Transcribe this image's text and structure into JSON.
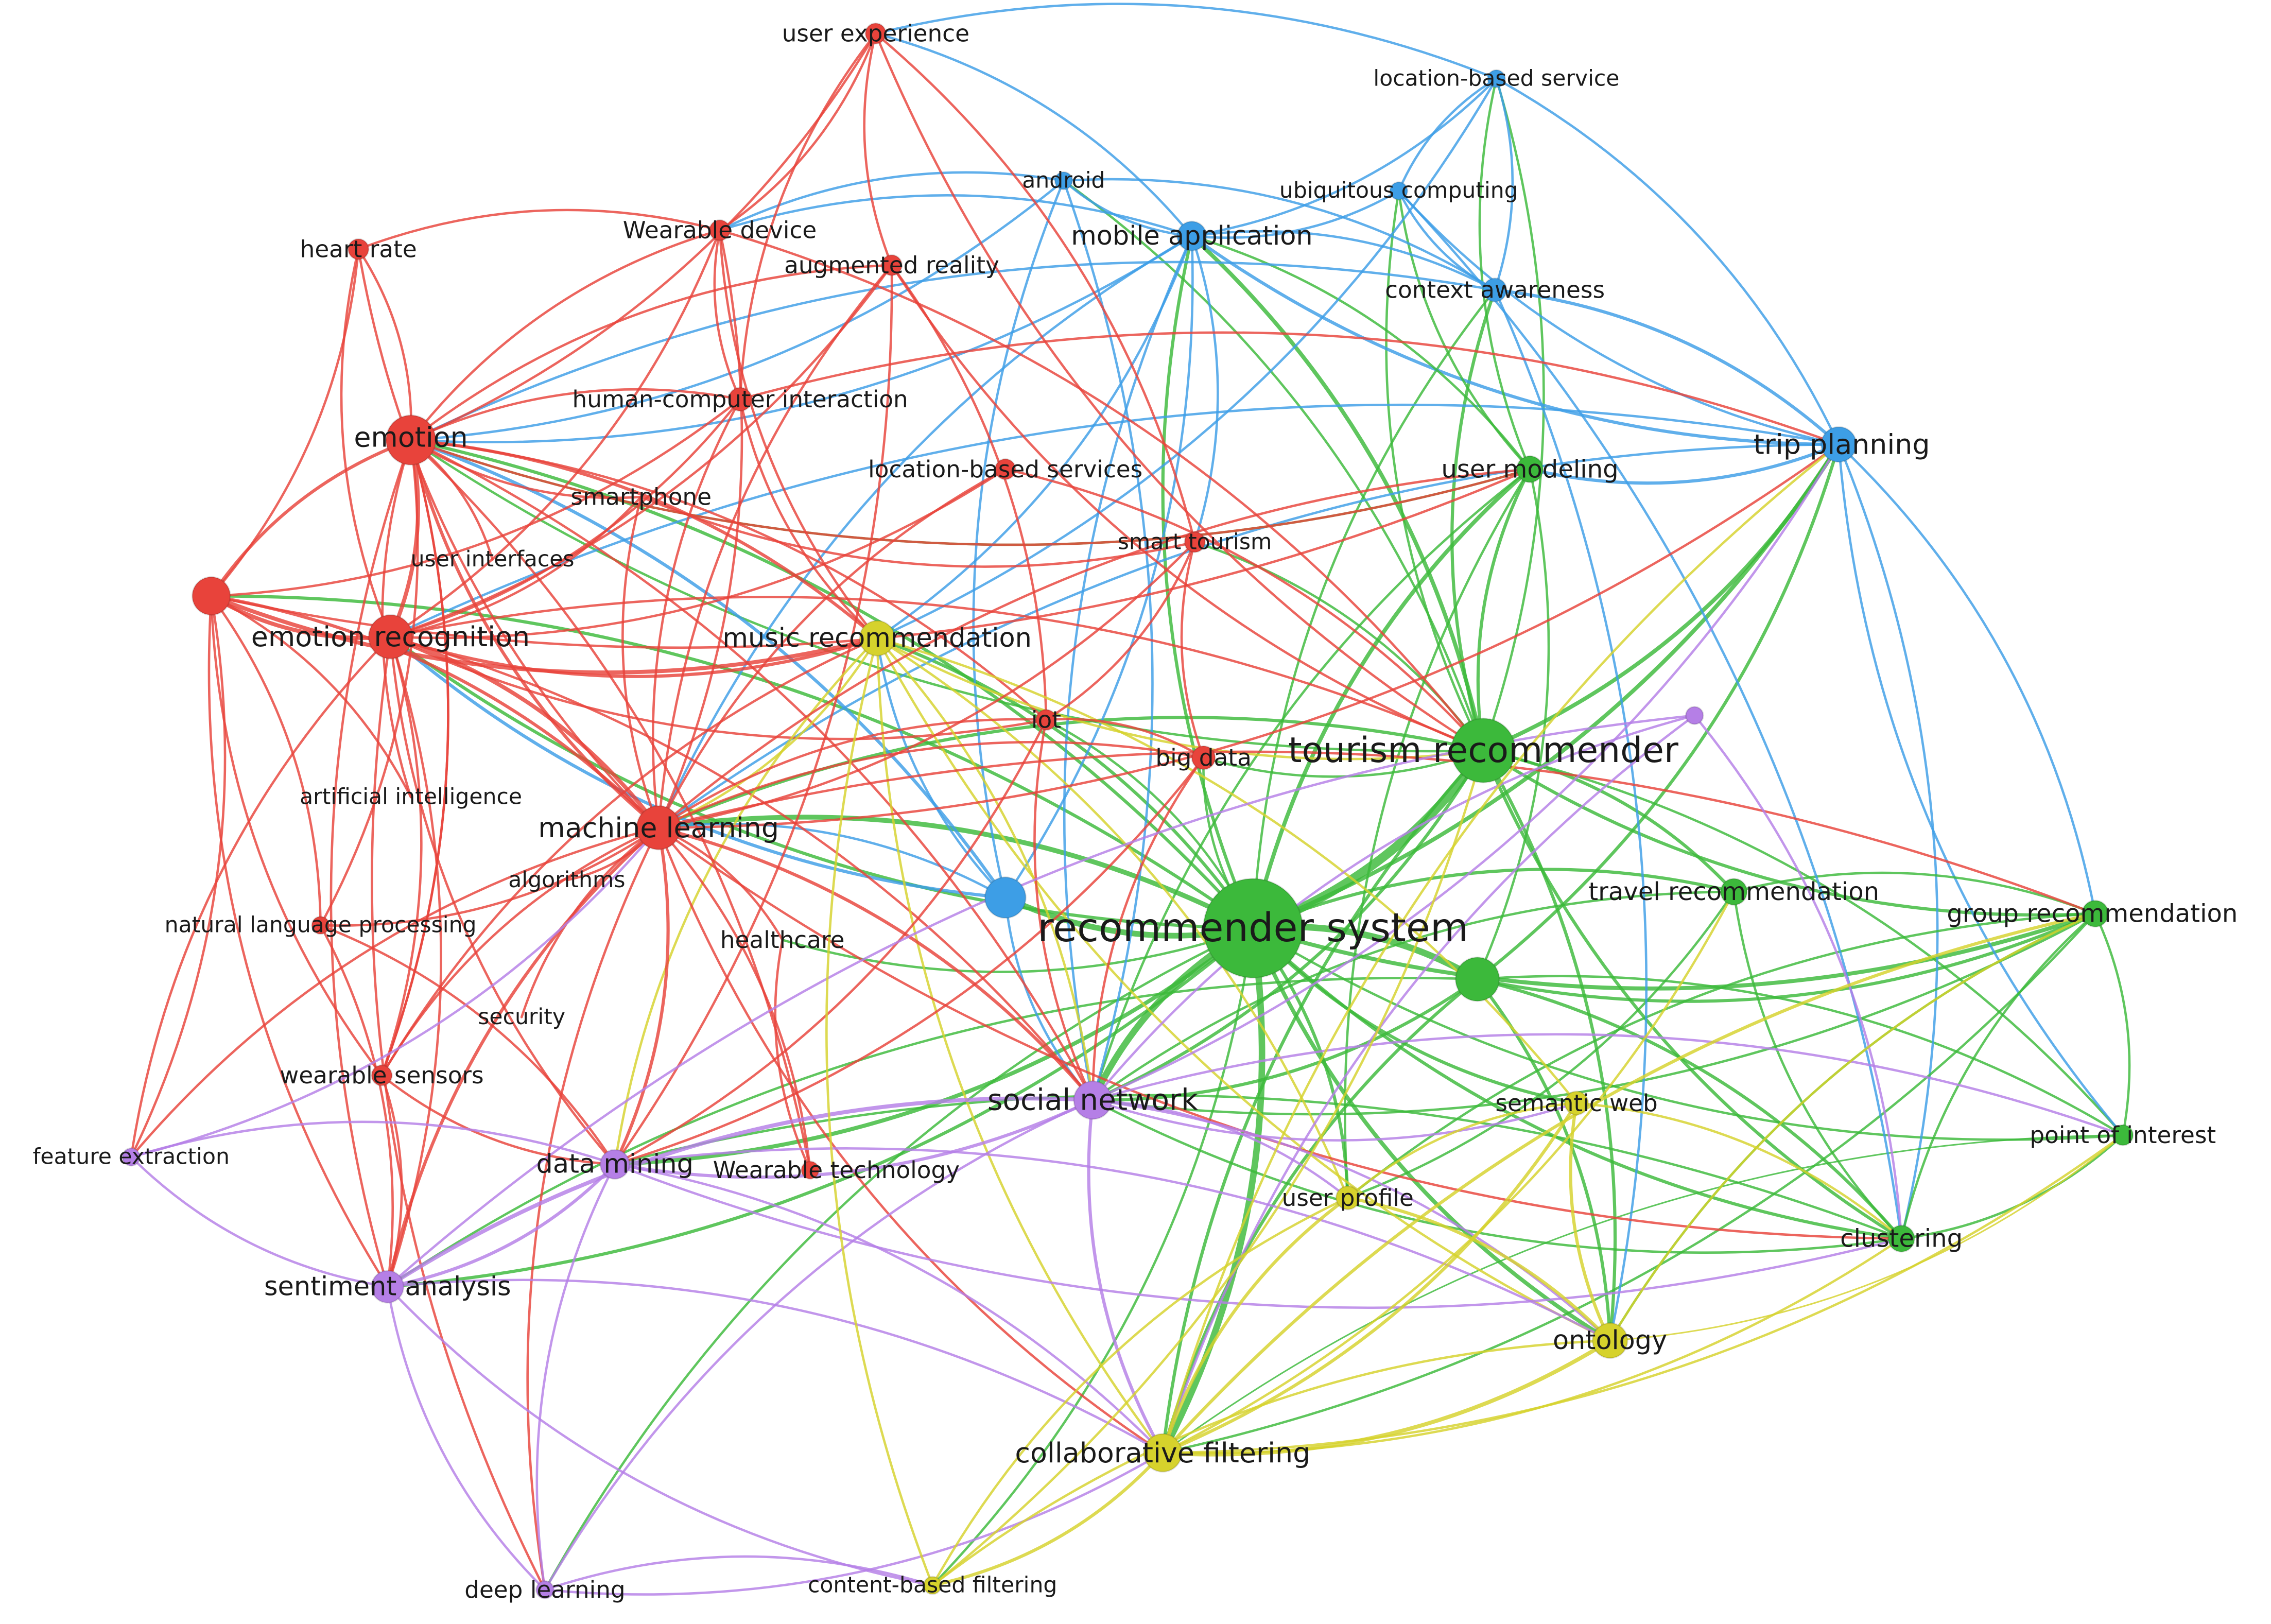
{
  "cluster_colors": {
    "red": "#e8433b",
    "green": "#3cb93b",
    "blue": "#3d9ee6",
    "yellow": "#d6d22c",
    "purple": "#b57fe6"
  },
  "nodes": [
    {
      "id": "recommender-system",
      "label": "recommender system",
      "cluster": "green",
      "weight": 10
    },
    {
      "id": "tourism-recommender",
      "label": "tourism recommender",
      "cluster": "green",
      "weight": 7
    },
    {
      "id": "green-hub",
      "label": "",
      "cluster": "green",
      "weight": 4
    },
    {
      "id": "trip-planning",
      "label": "trip planning",
      "cluster": "blue",
      "weight": 4
    },
    {
      "id": "user-modeling",
      "label": "user modeling",
      "cluster": "green",
      "weight": 3
    },
    {
      "id": "travel-recommendation",
      "label": "travel recommendation",
      "cluster": "green",
      "weight": 3
    },
    {
      "id": "group-recommendation",
      "label": "group recommendation",
      "cluster": "green",
      "weight": 3
    },
    {
      "id": "point-of-interest",
      "label": "point of interest",
      "cluster": "green",
      "weight": 2
    },
    {
      "id": "clustering",
      "label": "clustering",
      "cluster": "green",
      "weight": 3
    },
    {
      "id": "mobile-application",
      "label": "mobile application",
      "cluster": "blue",
      "weight": 4
    },
    {
      "id": "android",
      "label": "android",
      "cluster": "blue",
      "weight": 2
    },
    {
      "id": "location-based-service",
      "label": "location-based service",
      "cluster": "blue",
      "weight": 2
    },
    {
      "id": "ubiquitous-computing",
      "label": "ubiquitous computing",
      "cluster": "blue",
      "weight": 2
    },
    {
      "id": "context-awareness",
      "label": "context awareness",
      "cluster": "blue",
      "weight": 3
    },
    {
      "id": "blue-hub",
      "label": "",
      "cluster": "blue",
      "weight": 4
    },
    {
      "id": "user-experience",
      "label": "user experience",
      "cluster": "red",
      "weight": 2
    },
    {
      "id": "heart-rate",
      "label": "heart rate",
      "cluster": "red",
      "weight": 2
    },
    {
      "id": "wearable-device",
      "label": "Wearable device",
      "cluster": "red",
      "weight": 2
    },
    {
      "id": "augmented-reality",
      "label": "augmented reality",
      "cluster": "red",
      "weight": 2
    },
    {
      "id": "human-computer-interaction",
      "label": "human-computer interaction",
      "cluster": "red",
      "weight": 2
    },
    {
      "id": "emotion",
      "label": "emotion",
      "cluster": "red",
      "weight": 5
    },
    {
      "id": "smartphone",
      "label": "smartphone",
      "cluster": "red",
      "weight": 2
    },
    {
      "id": "location-based-services",
      "label": "location-based services",
      "cluster": "red",
      "weight": 2
    },
    {
      "id": "user-interfaces",
      "label": "user interfaces",
      "cluster": "red",
      "weight": 2
    },
    {
      "id": "red-hub-left",
      "label": "",
      "cluster": "red",
      "weight": 4
    },
    {
      "id": "emotion-recognition",
      "label": "emotion recognition",
      "cluster": "red",
      "weight": 5
    },
    {
      "id": "music-recommendation",
      "label": "music recommendation",
      "cluster": "yellow",
      "weight": 4
    },
    {
      "id": "smart-tourism",
      "label": "smart tourism",
      "cluster": "red",
      "weight": 2
    },
    {
      "id": "iot",
      "label": "iot",
      "cluster": "red",
      "weight": 2
    },
    {
      "id": "big-data",
      "label": "big data",
      "cluster": "red",
      "weight": 2
    },
    {
      "id": "artificial-intelligence",
      "label": "artificial intelligence",
      "cluster": "red",
      "weight": 2
    },
    {
      "id": "machine-learning",
      "label": "machine learning",
      "cluster": "red",
      "weight": 5
    },
    {
      "id": "algorithms",
      "label": "algorithms",
      "cluster": "red",
      "weight": 2
    },
    {
      "id": "natural-language-processing",
      "label": "natural language processing",
      "cluster": "red",
      "weight": 2
    },
    {
      "id": "healthcare",
      "label": "healthcare",
      "cluster": "red",
      "weight": 2
    },
    {
      "id": "security",
      "label": "security",
      "cluster": "red",
      "weight": 2
    },
    {
      "id": "wearable-sensors",
      "label": "wearable sensors",
      "cluster": "red",
      "weight": 2
    },
    {
      "id": "wearable-technology",
      "label": "Wearable technology",
      "cluster": "red",
      "weight": 2
    },
    {
      "id": "feature-extraction",
      "label": "feature extraction",
      "cluster": "purple",
      "weight": 2
    },
    {
      "id": "data-mining",
      "label": "data mining",
      "cluster": "purple",
      "weight": 4
    },
    {
      "id": "sentiment-analysis",
      "label": "sentiment analysis",
      "cluster": "purple",
      "weight": 4
    },
    {
      "id": "social-network",
      "label": "social network",
      "cluster": "purple",
      "weight": 5
    },
    {
      "id": "deep-learning",
      "label": "deep learning",
      "cluster": "purple",
      "weight": 2
    },
    {
      "id": "purple-small",
      "label": "",
      "cluster": "purple",
      "weight": 2
    },
    {
      "id": "semantic-web",
      "label": "semantic web",
      "cluster": "yellow",
      "weight": 3
    },
    {
      "id": "user-profile",
      "label": "user profile",
      "cluster": "yellow",
      "weight": 3
    },
    {
      "id": "ontology",
      "label": "ontology",
      "cluster": "yellow",
      "weight": 4
    },
    {
      "id": "collaborative-filtering",
      "label": "collaborative filtering",
      "cluster": "yellow",
      "weight": 5
    },
    {
      "id": "content-based-filtering",
      "label": "content-based filtering",
      "cluster": "yellow",
      "weight": 2
    }
  ]
}
